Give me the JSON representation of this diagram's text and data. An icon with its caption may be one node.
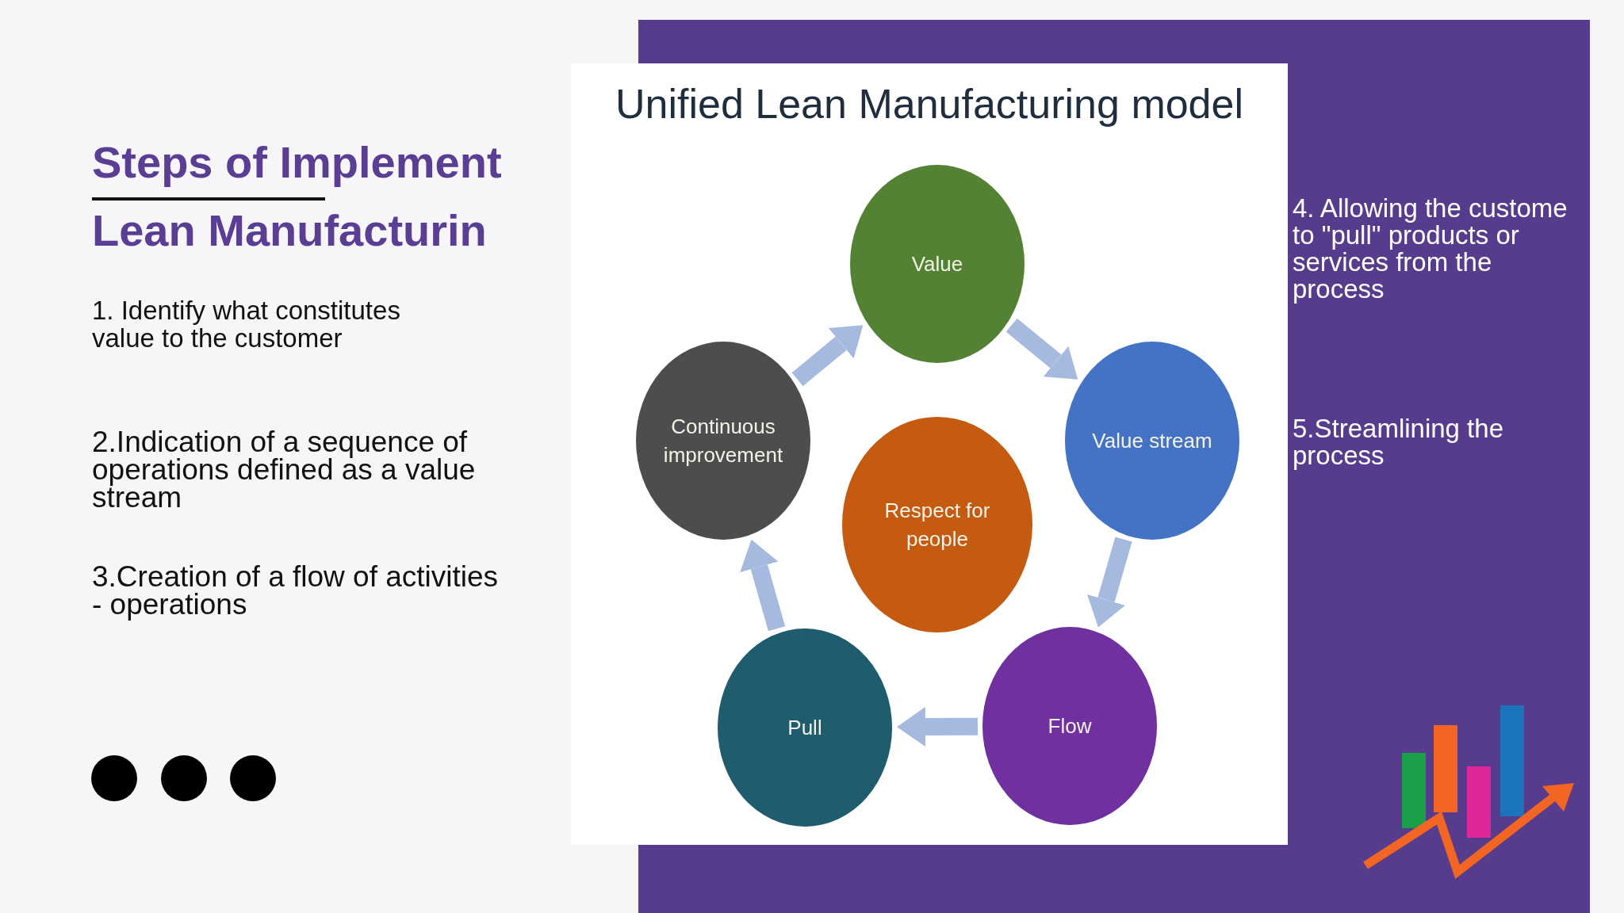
{
  "diagram": {
    "title": "Steps of Implement Lean Manufacturin",
    "nodes": [
      {
        "text": [
          "Value"
        ]
      },
      {
        "text": [
          "Continuous improvement"
        ]
      },
      {
        "text": [
          "Value stream"
        ]
      },
      {
        "text": [
          "Respect for people"
        ]
      },
      {
        "text": [
          "Pull"
        ]
      },
      {
        "text": [
          "Flow"
        ]
      }
    ],
    "edges": [
      {
        "from": 0,
        "to": 2,
        "arrow": "to"
      },
      {
        "from": 2,
        "to": 5,
        "arrow": "to"
      },
      {
        "from": 5,
        "to": 4,
        "arrow": "to"
      },
      {
        "from": 4,
        "to": 1,
        "arrow": "to"
      },
      {
        "from": 1,
        "to": 0,
        "arrow": "to"
      }
    ],
    "labels": [
      "Unified Lean Manufacturing model",
      "1. Identify what  constitutes value to the customer",
      "2.Indication of a sequence of operations defined as a value stream",
      "3.Creation of a flow of activities - operations",
      "4. Allowing the custome to \"pull\" products or services from the process",
      "5.Streamlining the process"
    ]
  }
}
